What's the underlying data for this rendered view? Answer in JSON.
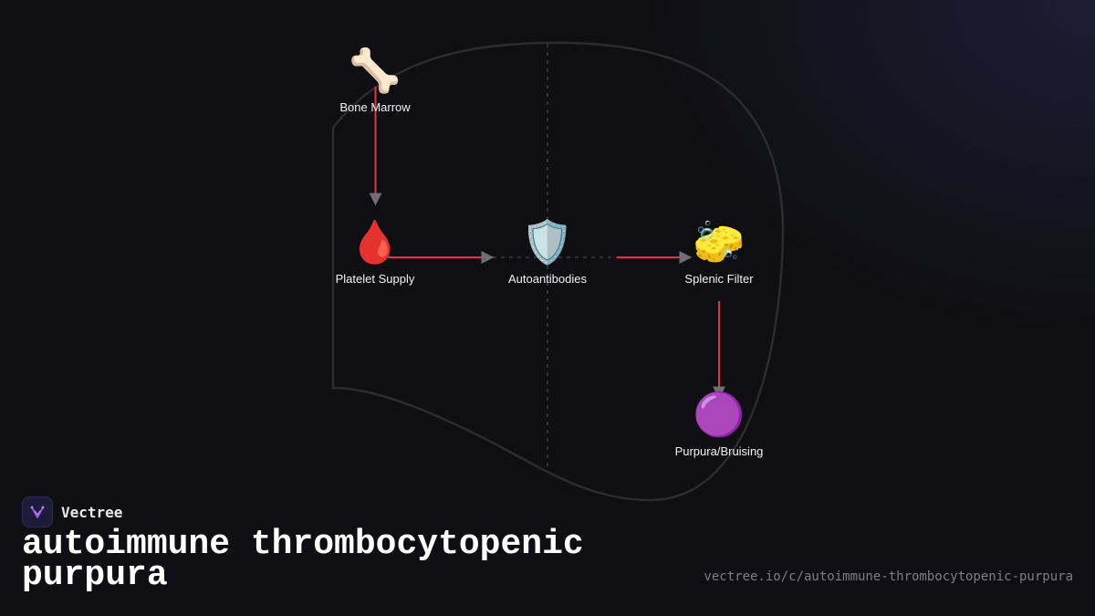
{
  "diagram": {
    "nodes": [
      {
        "id": "bone-marrow",
        "icon": "🦴",
        "icon_name": "bone-icon",
        "label": "Bone Marrow"
      },
      {
        "id": "platelet-supply",
        "icon": "🩸",
        "icon_name": "blood-drop-icon",
        "label": "Platelet Supply"
      },
      {
        "id": "autoantibodies",
        "icon": "🛡️",
        "icon_name": "shield-icon",
        "label": "Autoantibodies"
      },
      {
        "id": "splenic-filter",
        "icon": "🧽",
        "icon_name": "sponge-icon",
        "label": "Splenic Filter"
      },
      {
        "id": "purpura",
        "icon": "🟣",
        "icon_name": "purple-circle-icon",
        "label": "Purpura/Bruising"
      }
    ],
    "edges": [
      {
        "from": "bone-marrow",
        "to": "platelet-supply"
      },
      {
        "from": "platelet-supply",
        "to": "autoantibodies"
      },
      {
        "from": "autoantibodies",
        "to": "splenic-filter"
      },
      {
        "from": "splenic-filter",
        "to": "purpura"
      }
    ],
    "colors": {
      "edge": "#e0343a",
      "arrowhead": "#6e6e74",
      "outline": "#2c2c30",
      "dashed_guide": "#3a3a3f"
    }
  },
  "brand": {
    "name": "Vectree",
    "logo_icon": "vectree-logo-icon",
    "accent": "#9b5cf6"
  },
  "page": {
    "title": "autoimmune thrombocytopenic purpura",
    "url": "vectree.io/c/autoimmune-thrombocytopenic-purpura"
  }
}
